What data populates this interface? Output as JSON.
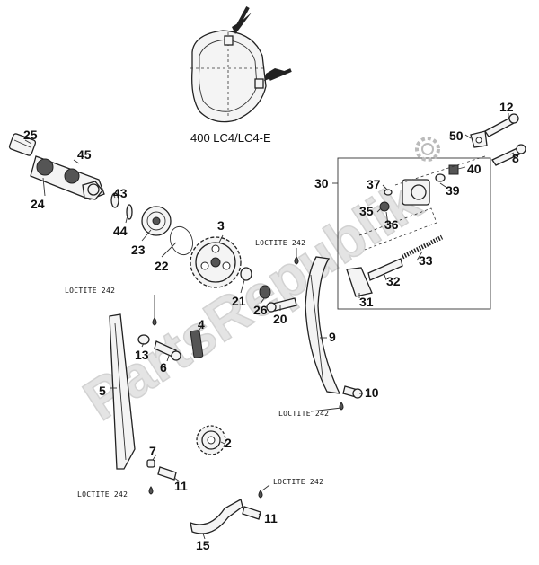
{
  "watermark": "PartsRepublik",
  "inset_caption": "400 LC4/LC4-E",
  "callouts": [
    {
      "id": "c25",
      "text": "25"
    },
    {
      "id": "c45",
      "text": "45"
    },
    {
      "id": "c24",
      "text": "24"
    },
    {
      "id": "c43",
      "text": "43"
    },
    {
      "id": "c44",
      "text": "44"
    },
    {
      "id": "c23",
      "text": "23"
    },
    {
      "id": "c22",
      "text": "22"
    },
    {
      "id": "c3",
      "text": "3"
    },
    {
      "id": "c21",
      "text": "21"
    },
    {
      "id": "c26",
      "text": "26"
    },
    {
      "id": "c20",
      "text": "20"
    },
    {
      "id": "c4",
      "text": "4"
    },
    {
      "id": "c13",
      "text": "13"
    },
    {
      "id": "c6",
      "text": "6"
    },
    {
      "id": "c5",
      "text": "5"
    },
    {
      "id": "c9",
      "text": "9"
    },
    {
      "id": "c10",
      "text": "10"
    },
    {
      "id": "c2",
      "text": "2"
    },
    {
      "id": "c7",
      "text": "7"
    },
    {
      "id": "c11a",
      "text": "11"
    },
    {
      "id": "c11b",
      "text": "11"
    },
    {
      "id": "c15",
      "text": "15"
    },
    {
      "id": "c12",
      "text": "12"
    },
    {
      "id": "c50",
      "text": "50"
    },
    {
      "id": "c8",
      "text": "8"
    },
    {
      "id": "c40",
      "text": "40"
    },
    {
      "id": "c30",
      "text": "30"
    },
    {
      "id": "c37",
      "text": "37"
    },
    {
      "id": "c39",
      "text": "39"
    },
    {
      "id": "c35",
      "text": "35"
    },
    {
      "id": "c36",
      "text": "36"
    },
    {
      "id": "c33",
      "text": "33"
    },
    {
      "id": "c32",
      "text": "32"
    },
    {
      "id": "c31",
      "text": "31"
    }
  ],
  "loctite_labels": [
    "LOCTITE 242",
    "LOCTITE 242",
    "LOCTITE 242",
    "LOCTITE 242",
    "LOCTITE 242"
  ]
}
